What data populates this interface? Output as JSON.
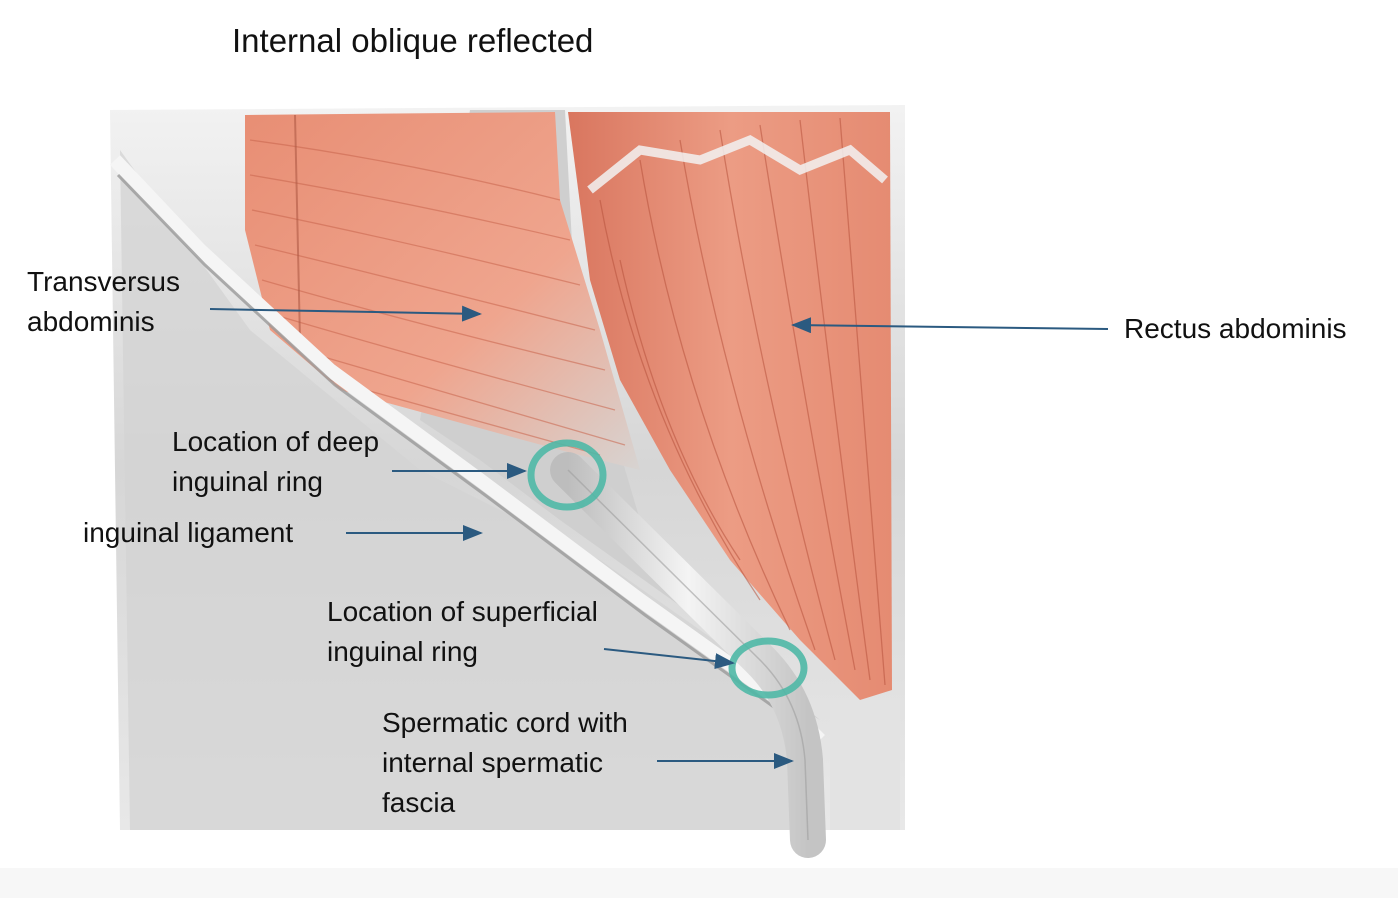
{
  "title": "Internal oblique reflected",
  "labels": {
    "transversus": [
      "Transversus",
      "abdominis"
    ],
    "rectus": "Rectus abdominis",
    "deep_ring": [
      "Location of deep",
      "inguinal ring"
    ],
    "ligament": "inguinal ligament",
    "superficial_ring": [
      "Location of superficial",
      "inguinal ring"
    ],
    "cord": [
      "Spermatic cord with",
      "internal spermatic",
      "fascia"
    ]
  },
  "colors": {
    "muscle": "#e6957c",
    "muscle_dark": "#c9654d",
    "fascia": "#d9d9d9",
    "ring": "#4fb8a6",
    "arrow": "#2b5a80"
  }
}
